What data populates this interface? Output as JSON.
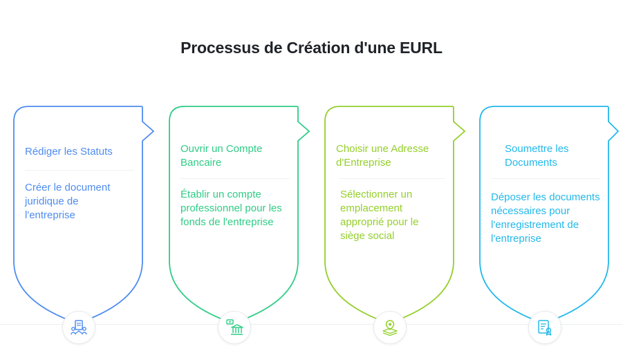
{
  "title": "Processus de Création d'une EURL",
  "steps": [
    {
      "heading": "Rédiger les Statuts",
      "description": "Créer le document juridique de l'entreprise",
      "color": "#4e8cf0",
      "icon": "team-document-icon"
    },
    {
      "heading": "Ouvrir un Compte Bancaire",
      "description": "Établir un compte professionnel pour les fonds de l'entreprise",
      "color": "#2fcc86",
      "icon": "bank-icon"
    },
    {
      "heading": "Choisir une Adresse d'Entreprise",
      "description": "Sélectionner un emplacement approprié pour le siège social",
      "color": "#94cf2a",
      "icon": "location-pin-icon"
    },
    {
      "heading": "Soumettre les Documents",
      "description": "Déposer les documents nécessaires pour l'enregistrement de l'entreprise",
      "color": "#23b8ea",
      "icon": "certificate-document-icon"
    }
  ]
}
